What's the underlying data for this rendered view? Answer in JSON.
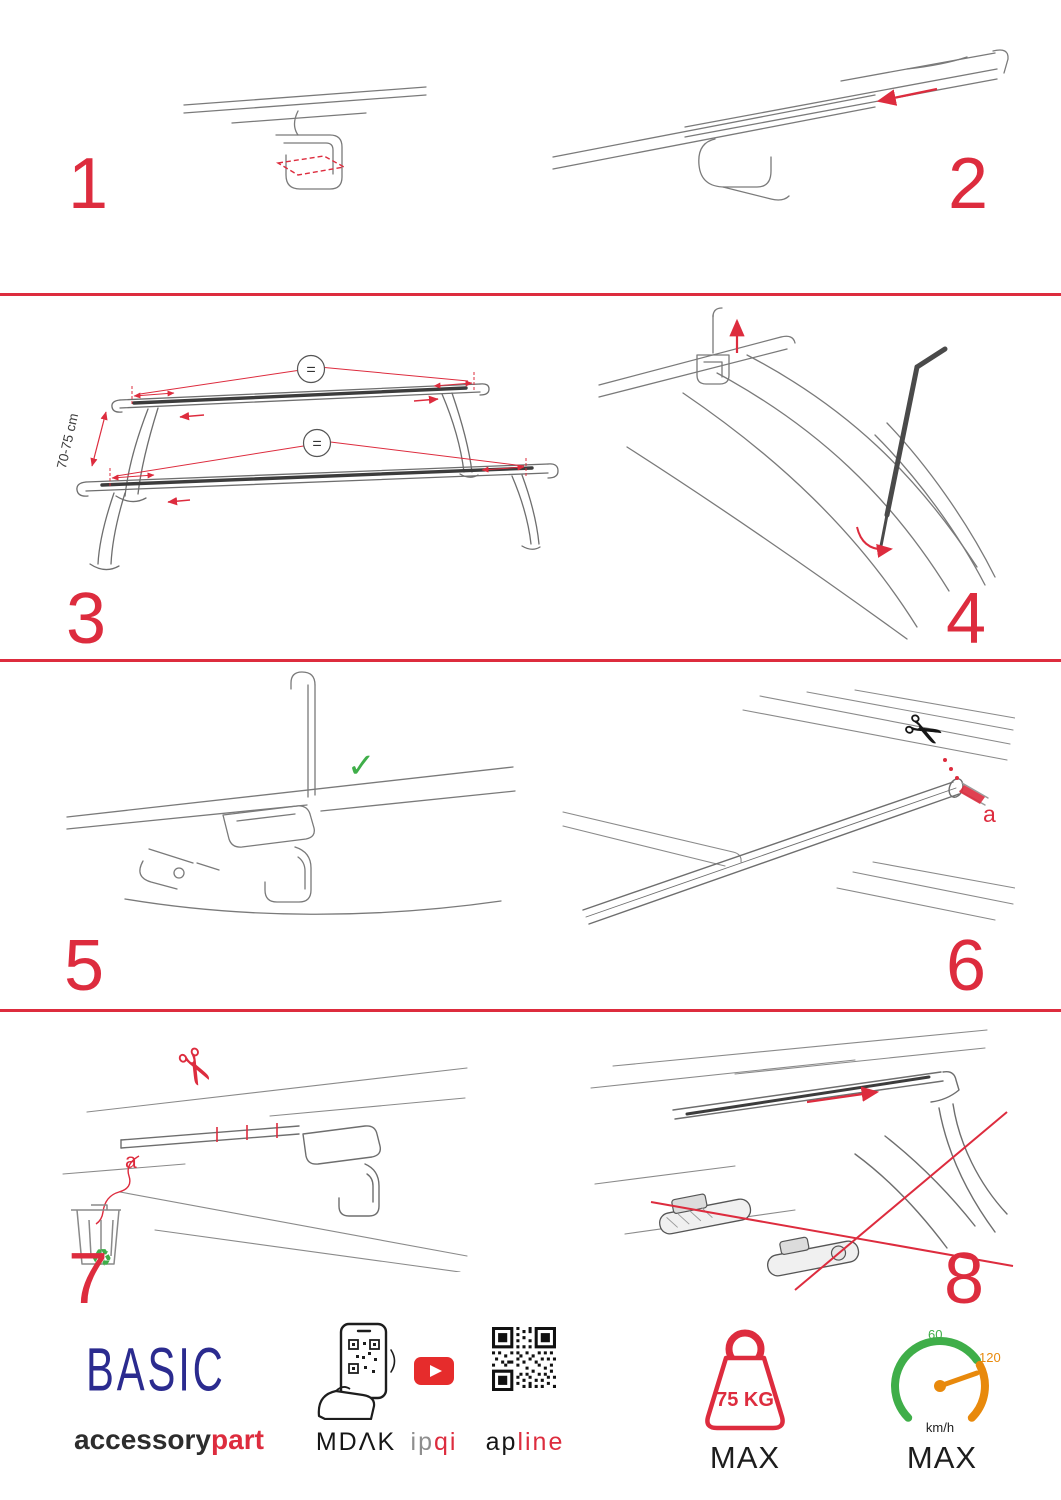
{
  "steps": [
    {
      "number": "1"
    },
    {
      "number": "2"
    },
    {
      "number": "3",
      "dimension": "70-75 cm",
      "equals": "="
    },
    {
      "number": "4"
    },
    {
      "number": "5"
    },
    {
      "number": "6",
      "cut_label": "a"
    },
    {
      "number": "7",
      "cut_label": "a"
    },
    {
      "number": "8"
    }
  ],
  "icons": {
    "scissors": "✂",
    "check": "✓",
    "recycle": "♻"
  },
  "footer": {
    "logo": {
      "title": "BASIC",
      "subtitle_left": "accessory",
      "subtitle_right": "part"
    },
    "brands": {
      "mdak": "MDΛK",
      "ipqi_left": "ip",
      "ipqi_right": "qi",
      "apline_left": "ap",
      "apline_right": "line"
    },
    "weight": {
      "value": "75 KG",
      "max": "MAX"
    },
    "speed": {
      "low": "60",
      "high": "120",
      "unit": "km/h",
      "max": "MAX"
    }
  },
  "colors": {
    "accent_red": "#dd2c3e",
    "logo_blue": "#2b2b8f",
    "green": "#3fae49",
    "orange": "#e8890c",
    "youtube_red": "#e62c2c",
    "qr_black": "#111111"
  }
}
